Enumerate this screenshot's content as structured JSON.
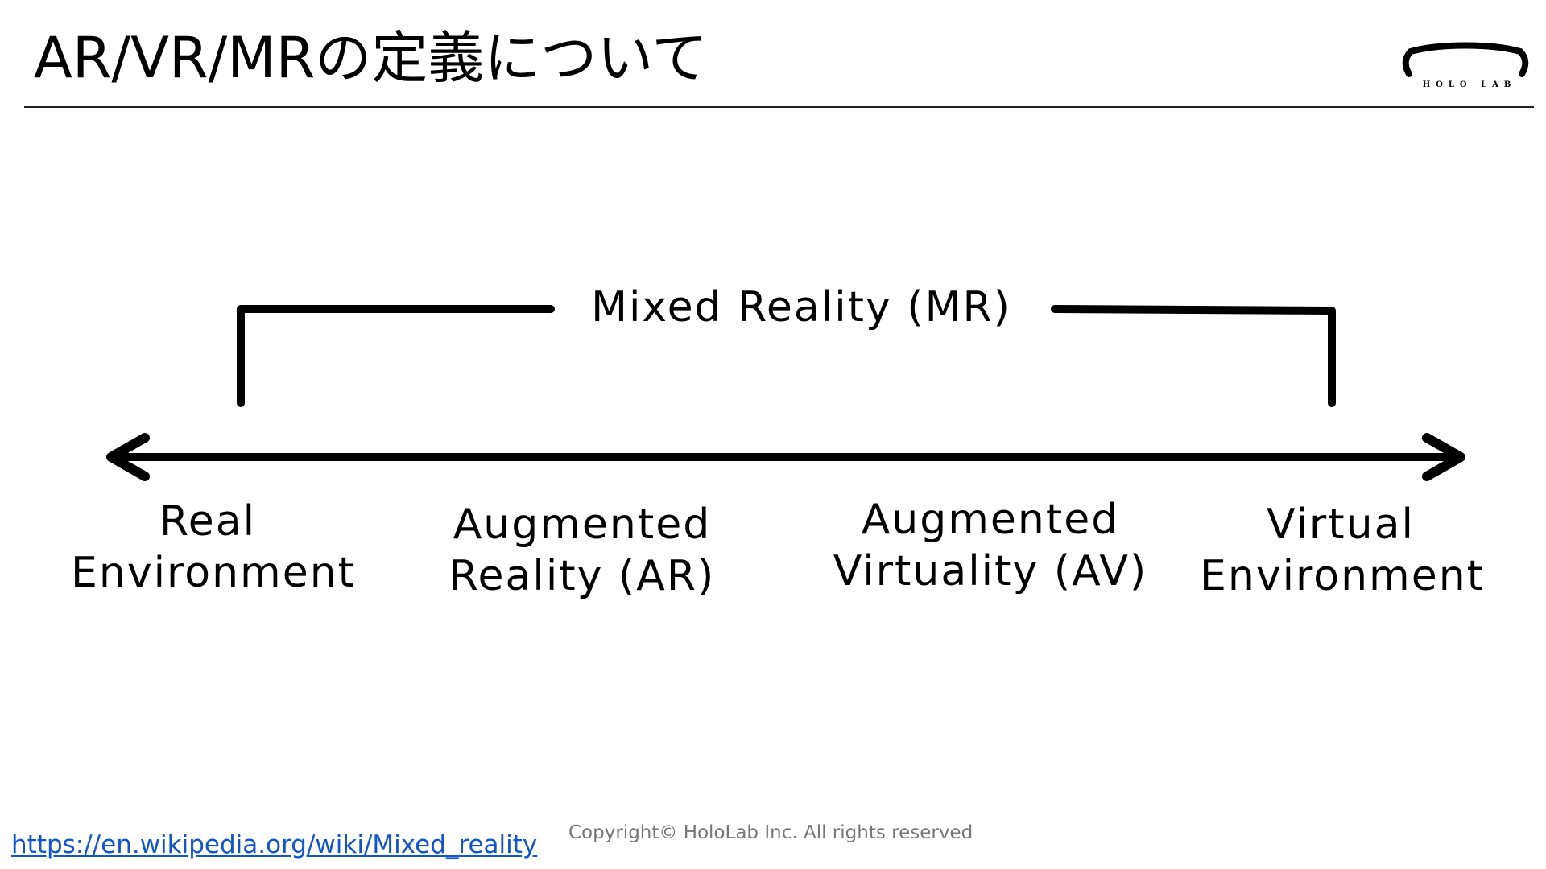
{
  "slide": {
    "title": "AR/VR/MRの定義について"
  },
  "logo": {
    "text": "HOLO LAB"
  },
  "diagram": {
    "bracket_label": "Mixed Reality (MR)",
    "continuum": [
      {
        "line1": "Real",
        "line2": "Environment"
      },
      {
        "line1": "Augmented",
        "line2": "Reality (AR)"
      },
      {
        "line1": "Augmented",
        "line2": "Virtuality (AV)"
      },
      {
        "line1": "Virtual",
        "line2": "Environment"
      }
    ]
  },
  "footer": {
    "source_url": "https://en.wikipedia.org/wiki/Mixed_reality",
    "copyright": "Copyright© HoloLab Inc. All rights reserved"
  },
  "colors": {
    "text": "#000000",
    "link": "#1155cc",
    "copyright": "#777777",
    "rule": "#222222"
  }
}
